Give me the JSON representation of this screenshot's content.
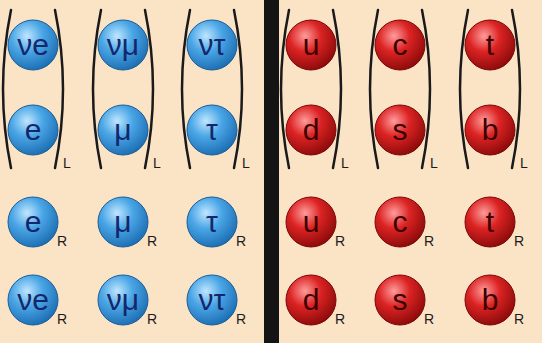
{
  "diagram": {
    "nodes": [
      {
        "text": [
          "νe"
        ]
      },
      {
        "text": [
          "νμ"
        ]
      },
      {
        "text": [
          "ντ"
        ]
      },
      {
        "text": [
          "u"
        ]
      },
      {
        "text": [
          "c"
        ]
      },
      {
        "text": [
          "t"
        ]
      },
      {
        "text": [
          "e"
        ]
      },
      {
        "text": [
          "μ"
        ]
      },
      {
        "text": [
          "τ"
        ]
      },
      {
        "text": [
          "d"
        ]
      },
      {
        "text": [
          "s"
        ]
      },
      {
        "text": [
          "b"
        ]
      },
      {
        "text": [
          "e"
        ]
      },
      {
        "text": [
          "μ"
        ]
      },
      {
        "text": [
          "τ"
        ]
      },
      {
        "text": [
          "u"
        ]
      },
      {
        "text": [
          "c"
        ]
      },
      {
        "text": [
          "t"
        ]
      },
      {
        "text": [
          "νe"
        ]
      },
      {
        "text": [
          "νμ"
        ]
      },
      {
        "text": [
          "ντ"
        ]
      },
      {
        "text": [
          "d"
        ]
      },
      {
        "text": [
          "s"
        ]
      },
      {
        "text": [
          "b"
        ]
      }
    ],
    "labels": [
      "L",
      "L",
      "L",
      "L",
      "L",
      "L",
      "R",
      "R",
      "R",
      "R",
      "R",
      "R",
      "R",
      "R",
      "R",
      "R",
      "R",
      "R"
    ]
  }
}
